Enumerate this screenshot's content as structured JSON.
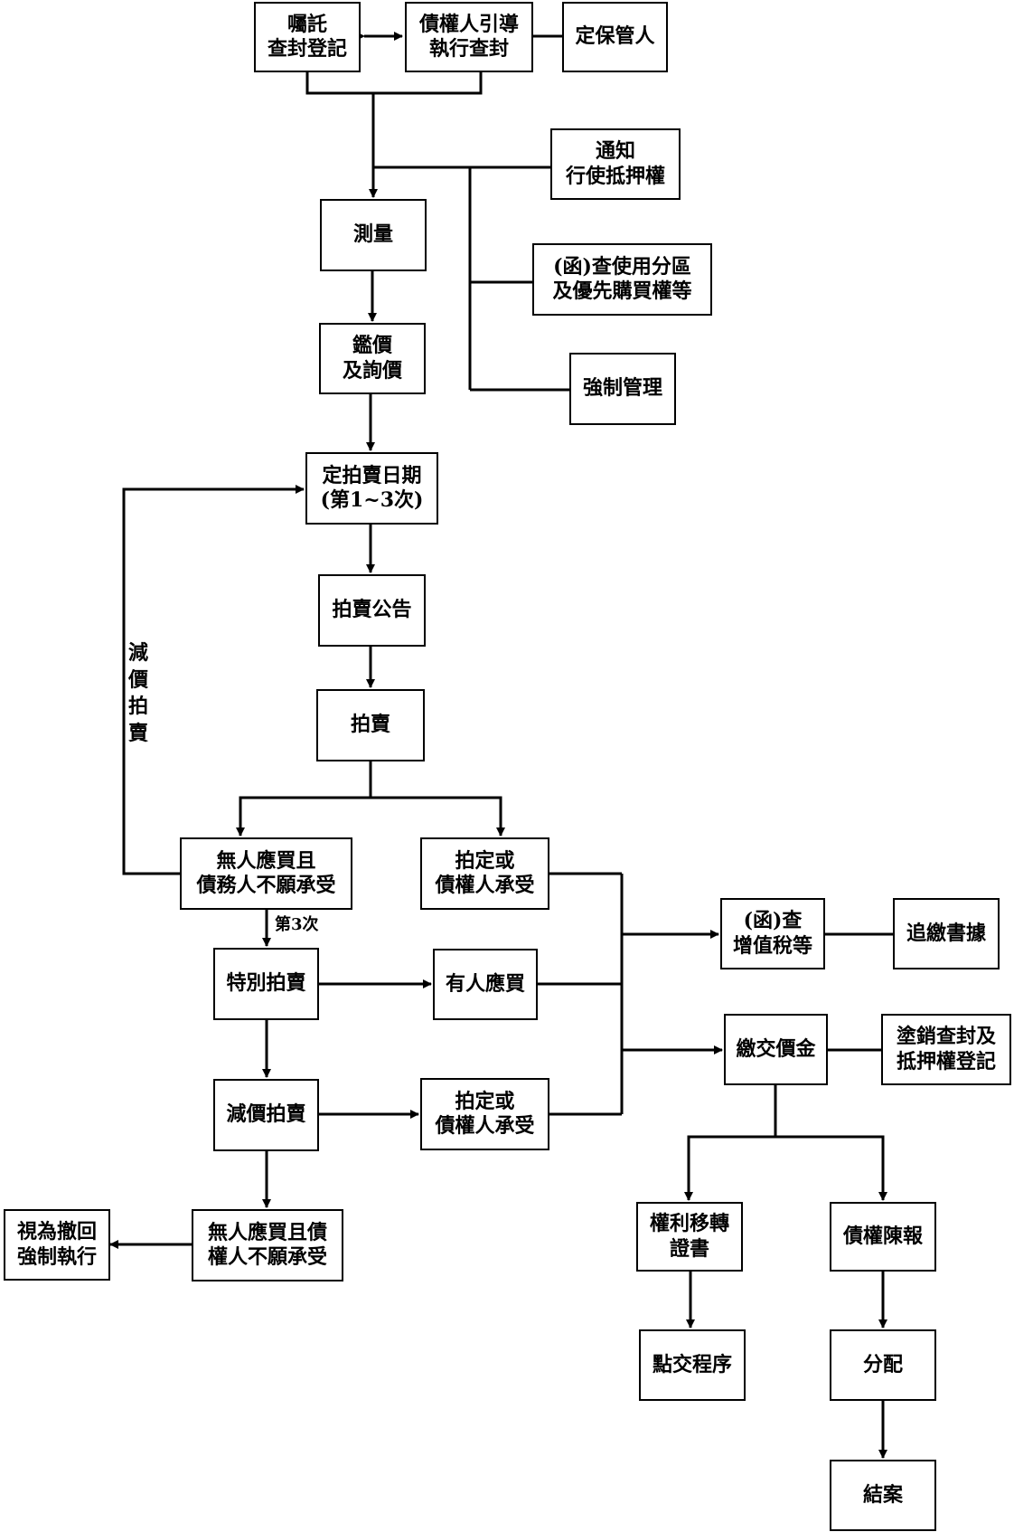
{
  "nodes": {
    "commission_seal_registration": [
      "囑託",
      "查封登記"
    ],
    "creditor_guides_seizure": [
      "債權人引導",
      "執行查封"
    ],
    "appoint_custodian": [
      "定保管人"
    ],
    "notify_mortgage": [
      "通知",
      "行使抵押權"
    ],
    "zoning_inquiry": [
      "(函)查使用分區",
      "及優先購買權等"
    ],
    "compulsory_management": [
      "強制管理"
    ],
    "survey": [
      "測量"
    ],
    "appraisal": [
      "鑑價",
      "及詢價"
    ],
    "set_auction_date": [
      "定拍賣日期",
      "(第1~3次)"
    ],
    "auction_notice": [
      "拍賣公告"
    ],
    "auction": [
      "拍賣"
    ],
    "no_bidder_1": [
      "無人應買且",
      "債務人不願承受"
    ],
    "sold_or_creditor_1": [
      "拍定或",
      "債權人承受"
    ],
    "special_auction": [
      "特別拍賣"
    ],
    "has_bidder": [
      "有人應買"
    ],
    "reduced_auction": [
      "減價拍賣"
    ],
    "sold_or_creditor_2": [
      "拍定或",
      "債權人承受"
    ],
    "no_bidder_2": [
      "無人應買且債",
      "權人不願承受"
    ],
    "deemed_withdrawn": [
      "視為撤回",
      "強制執行"
    ],
    "vat_inquiry": [
      "(函)查",
      "增值稅等"
    ],
    "recover_tax_docs": [
      "追繳書據"
    ],
    "pay_price": [
      "繳交價金"
    ],
    "cancel_registration": [
      "塗銷查封及",
      "抵押權登記"
    ],
    "rights_transfer_cert": [
      "權利移轉",
      "證書"
    ],
    "creditor_report": [
      "債權陳報"
    ],
    "handover": [
      "點交程序"
    ],
    "distribution": [
      "分配"
    ],
    "close_case": [
      "結案"
    ]
  },
  "labels": {
    "reduced_price_auction": [
      "減",
      "價",
      "拍",
      "賣"
    ],
    "third_time": "第3次"
  }
}
